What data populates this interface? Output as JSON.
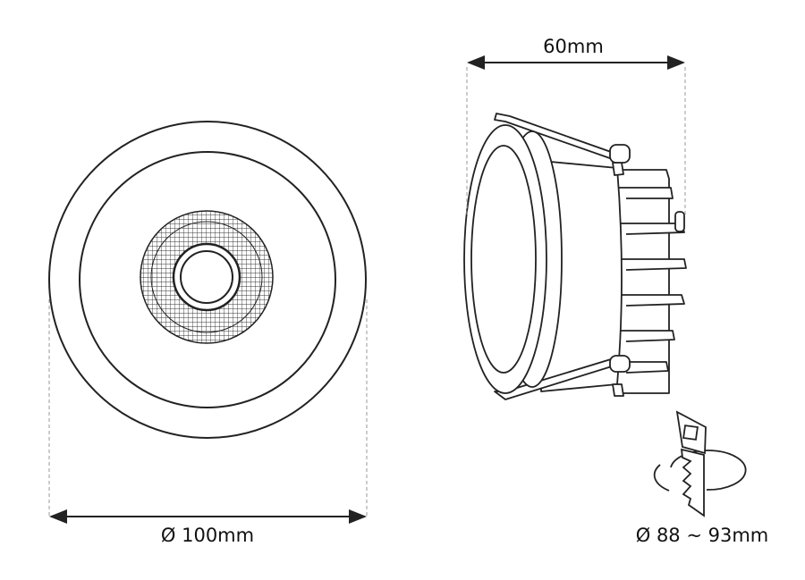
{
  "dimensions": {
    "depth_label": "60mm",
    "outer_diameter_label": "Ø 100mm",
    "cutout_label": "Ø 88 ~ 93mm"
  },
  "colors": {
    "line": "#222222",
    "dash": "#999999"
  }
}
